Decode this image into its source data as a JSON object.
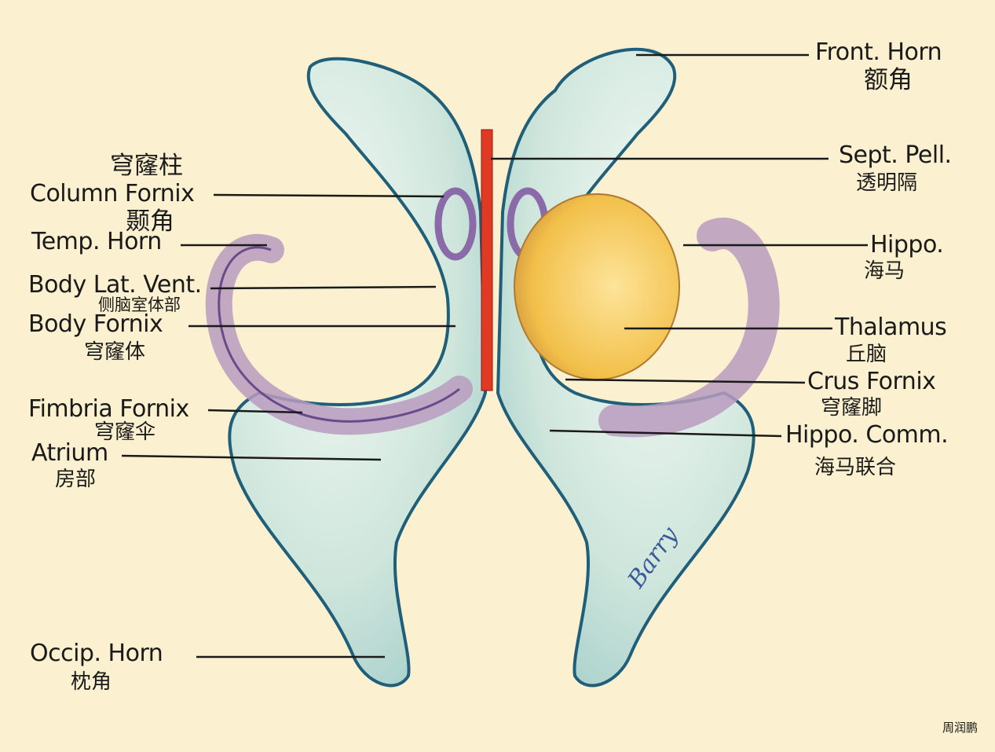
{
  "labels_left": {
    "column_fornix_zh": "穹窿柱",
    "column_fornix": "Column Fornix",
    "temp_horn_zh": "颞角",
    "temp_horn": "Temp. Horn",
    "body_lat_vent": "Body Lat. Vent.",
    "body_lat_vent_zh": "侧脑室体部",
    "body_fornix": "Body Fornix",
    "body_fornix_zh": "穹窿体",
    "fimbria_fornix": "Fimbria Fornix",
    "fimbria_fornix_zh": "穹窿伞",
    "atrium": "Atrium",
    "atrium_zh": "房部",
    "occip_horn": "Occip. Horn",
    "occip_horn_zh": "枕角"
  },
  "labels_right": {
    "front_horn": "Front. Horn",
    "front_horn_zh": "额角",
    "sept_pell": "Sept. Pell.",
    "sept_pell_zh": "透明隔",
    "hippo": "Hippo.",
    "hippo_zh": "海马",
    "thalamus": "Thalamus",
    "thalamus_zh": "丘脑",
    "crus_fornix": "Crus Fornix",
    "crus_fornix_zh": "穹窿脚",
    "hippo_comm": "Hippo. Comm.",
    "hippo_comm_zh": "海马联合"
  },
  "signature": "Barry",
  "credit": "周润鹏",
  "colors": {
    "background": "#fbf0cf",
    "ventricle": "#cfe6dc",
    "outline": "#1f5f7a",
    "septum": "#e03a25",
    "thalamus": "#f2c04a",
    "fornix": "#8a6aa8"
  }
}
